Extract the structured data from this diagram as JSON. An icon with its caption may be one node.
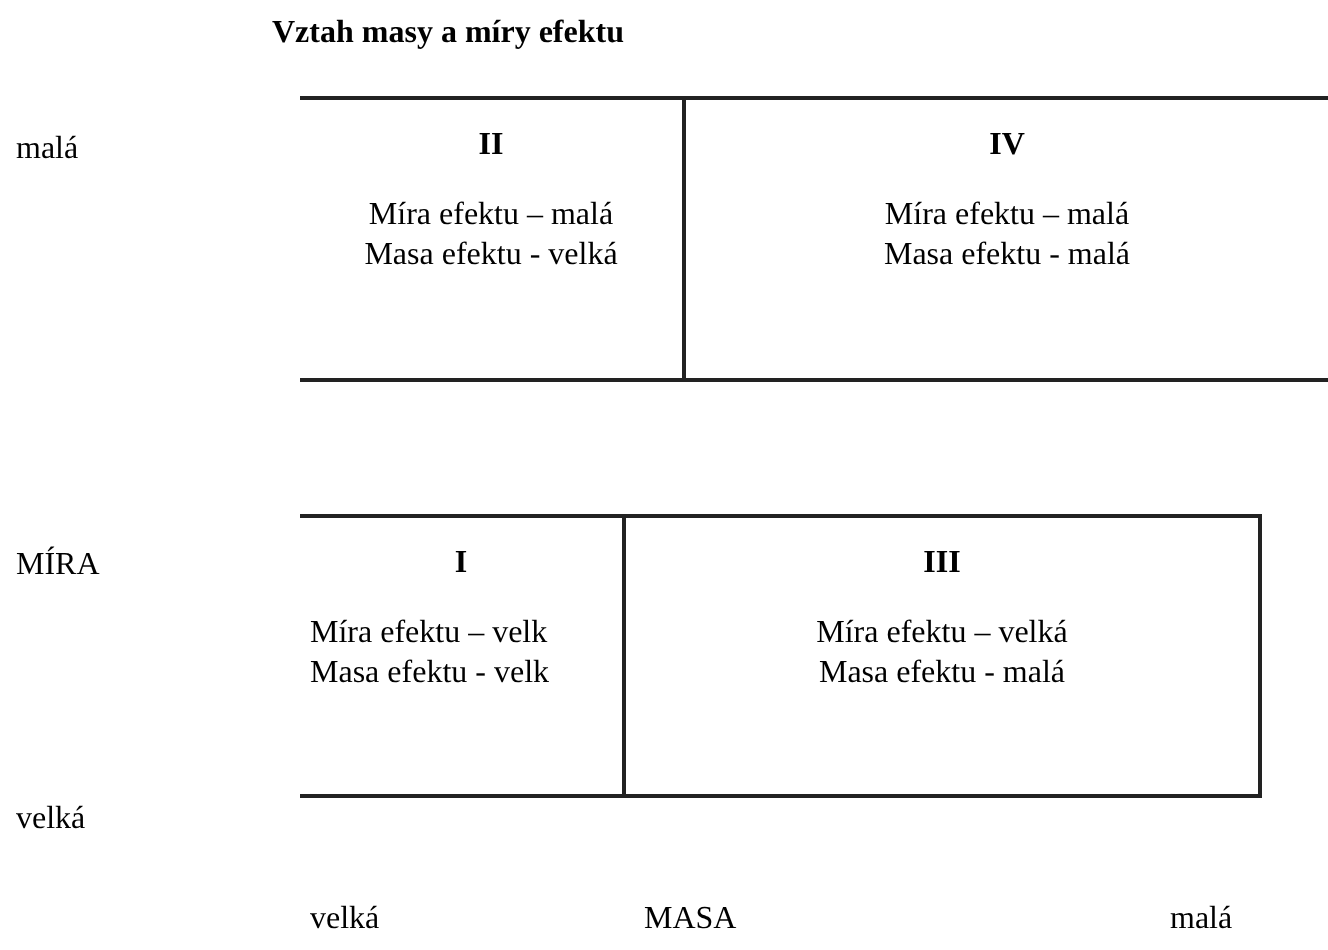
{
  "diagram": {
    "title": "Vztah masy a míry efektu",
    "nodes": [
      {
        "text": [
          "II",
          "Míra efektu – malá",
          "Masa efektu - velká"
        ]
      },
      {
        "text": [
          "IV",
          "Míra efektu – malá",
          "Masa efektu - malá"
        ]
      },
      {
        "text": [
          "I",
          "Míra efektu – velk",
          "Masa efektu - velk"
        ]
      },
      {
        "text": [
          "III",
          "Míra efektu – velká",
          "Masa efektu - malá"
        ]
      }
    ],
    "labels": [
      "malá",
      "MÍRA",
      "velká",
      "velká",
      "MASA",
      "malá"
    ]
  }
}
